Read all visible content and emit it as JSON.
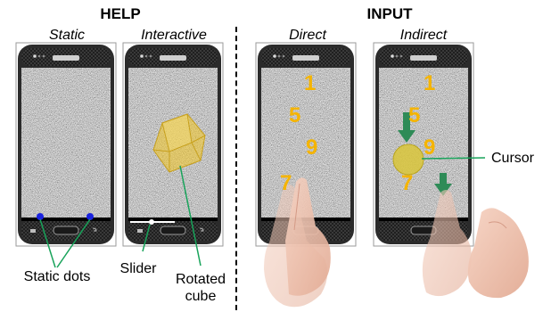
{
  "sections": {
    "help": "HELP",
    "input": "INPUT"
  },
  "panels": {
    "static": "Static",
    "interactive": "Interactive",
    "direct": "Direct",
    "indirect": "Indirect"
  },
  "annotations": {
    "static_dots": "Static dots",
    "slider": "Slider",
    "rotated_cube_1": "Rotated",
    "rotated_cube_2": "cube",
    "cursor": "Cursor"
  },
  "digits": {
    "one": "1",
    "five": "5",
    "nine": "9",
    "seven": "7"
  },
  "colors": {
    "digit": "#f5b400",
    "arrow": "#2e8b57",
    "leader": "#18a35a",
    "dot": "#1a22e0",
    "cube": "#f3c623",
    "cursor": "#d9c53a",
    "phone_frame": "#2b2b2b"
  }
}
